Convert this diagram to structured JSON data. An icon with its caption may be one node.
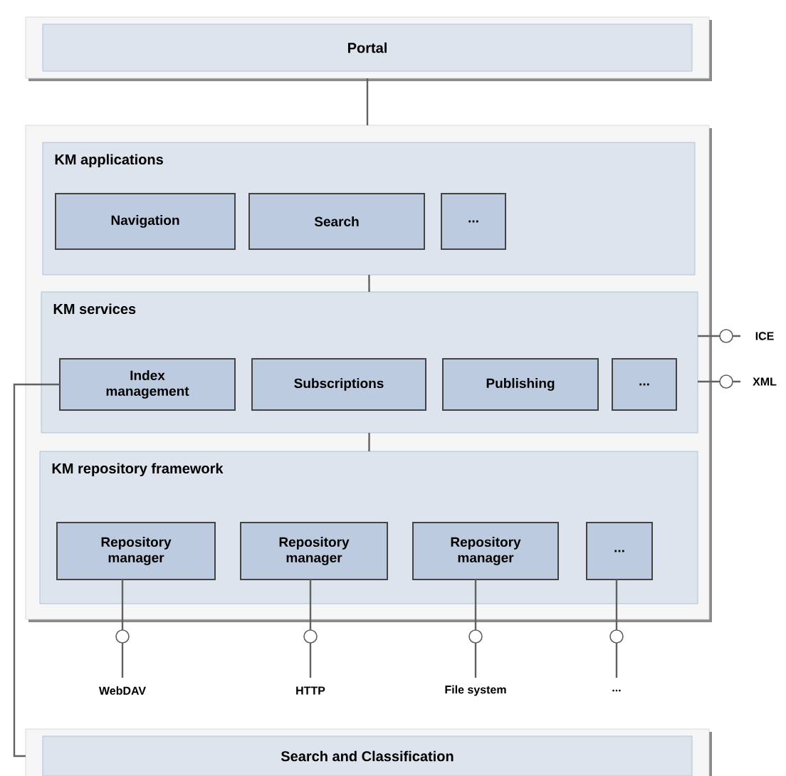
{
  "diagram": {
    "nodes": [
      {
        "text": [
          "Portal"
        ]
      },
      {
        "text": [],
        "shape": "box"
      },
      {
        "text": [
          "KM applications"
        ],
        "in": 1
      },
      {
        "text": [
          "Navigation"
        ],
        "in": 2
      },
      {
        "text": [
          "Search"
        ],
        "in": 2
      },
      {
        "text": [
          "..."
        ],
        "in": 2
      },
      {
        "text": [
          "KM services"
        ],
        "in": 1
      },
      {
        "text": [
          "Index management"
        ],
        "in": 6
      },
      {
        "text": [
          "Subscriptions"
        ],
        "in": 6
      },
      {
        "text": [
          "Publishing"
        ],
        "in": 6
      },
      {
        "text": [
          "..."
        ],
        "in": 6
      },
      {
        "text": [
          "KM repository framework"
        ],
        "in": 1
      },
      {
        "text": [
          "Repository manager"
        ],
        "in": 11
      },
      {
        "text": [
          "Repository manager"
        ],
        "in": 11
      },
      {
        "text": [
          "Repository manager"
        ],
        "in": 11
      },
      {
        "text": [
          "..."
        ],
        "in": 11
      },
      {
        "text": [
          "WebDAV"
        ]
      },
      {
        "text": [
          "HTTP"
        ]
      },
      {
        "text": [
          "File system"
        ]
      },
      {
        "text": [
          "..."
        ]
      },
      {
        "text": [
          "ICE"
        ]
      },
      {
        "text": [
          "XML"
        ]
      },
      {
        "text": [
          "Search and Classification"
        ]
      }
    ],
    "edges": [
      {
        "from": 0,
        "to": 1,
        "arrow": "none"
      },
      {
        "from": 2,
        "to": 6,
        "arrow": "none"
      },
      {
        "from": 6,
        "to": 11,
        "arrow": "none"
      },
      {
        "from": 12,
        "to": 16,
        "arrow": "none"
      },
      {
        "from": 13,
        "to": 17,
        "arrow": "none"
      },
      {
        "from": 14,
        "to": 18,
        "arrow": "none"
      },
      {
        "from": 15,
        "to": 19,
        "arrow": "none"
      },
      {
        "from": 6,
        "to": 20,
        "arrow": "none"
      },
      {
        "from": 6,
        "to": 21,
        "arrow": "none"
      },
      {
        "from": 7,
        "to": 22,
        "arrow": "none"
      }
    ]
  }
}
